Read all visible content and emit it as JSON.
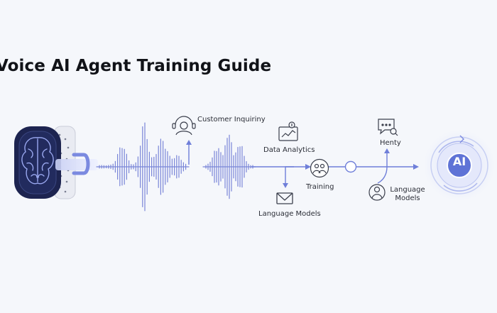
{
  "title": "Voice AI Agent Training Guide",
  "nodes": {
    "customer_inquiry": "Customer Inquiriny",
    "data_analytics": "Data Analytics",
    "language_models_left": "Language Models",
    "training": "Training",
    "henty": "Henty",
    "language_models_right": "Language Models",
    "ai_badge": "AI"
  },
  "icons": {
    "brain": "brain-icon",
    "customer": "user-headset-icon",
    "analytics": "chart-document-icon",
    "mail": "envelope-icon",
    "training": "team-icon",
    "chat": "chat-bubble-icon",
    "person": "person-circle-icon"
  },
  "colors": {
    "accent": "#6f7fd9",
    "accent_dark": "#4f5fc4",
    "brain_bg": "#1d2450",
    "ai_badge": "#5f73d6",
    "text": "#2a2d36"
  }
}
